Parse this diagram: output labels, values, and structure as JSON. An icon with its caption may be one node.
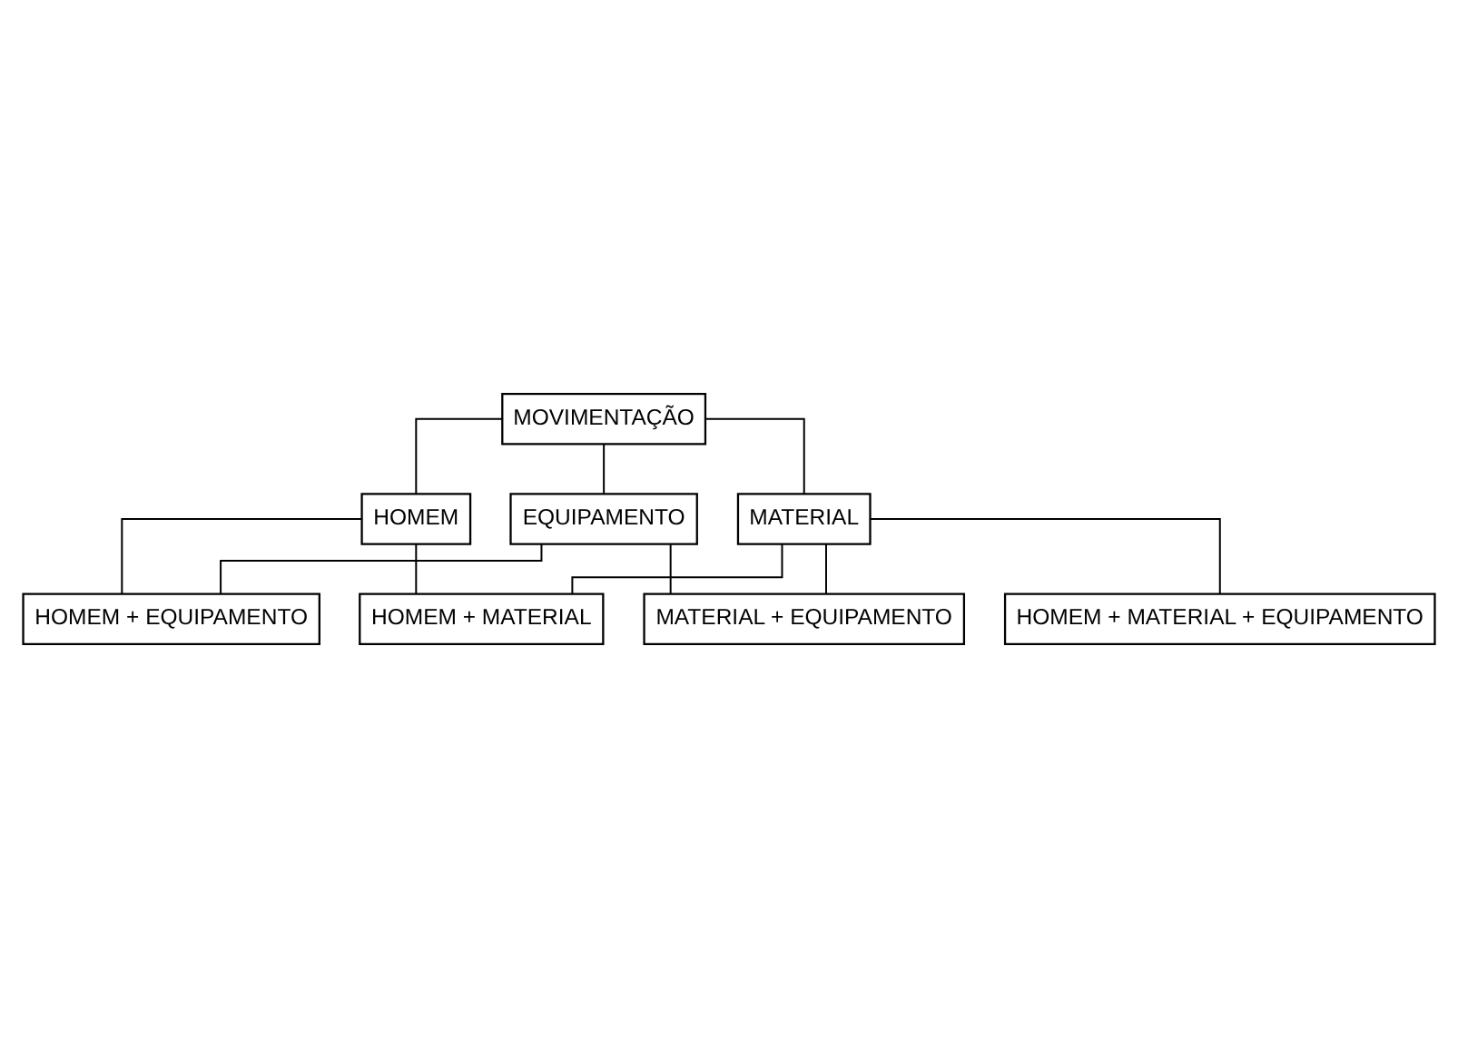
{
  "diagram": {
    "nodes": [
      {
        "text": [
          "MOVIMENTAÇÃO"
        ]
      },
      {
        "text": [
          "HOMEM"
        ]
      },
      {
        "text": [
          "MATERIAL"
        ]
      },
      {
        "text": [
          "EQUIPAMENTO"
        ]
      },
      {
        "text": [
          "HOMEM + MATERIAL"
        ]
      },
      {
        "text": [
          "MATERIAL + EQUIPAMENTO"
        ]
      },
      {
        "text": [
          "HOMEM + EQUIPAMENTO"
        ]
      },
      {
        "text": [
          "HOMEM + MATERIAL + EQUIPAMENTO"
        ]
      }
    ],
    "edges": [
      {
        "from": 0,
        "to": 1,
        "arrow": "none"
      },
      {
        "from": 0,
        "to": 2,
        "arrow": "none"
      },
      {
        "from": 0,
        "to": 3,
        "arrow": "none"
      },
      {
        "from": 1,
        "to": 4,
        "arrow": "none"
      },
      {
        "from": 2,
        "to": 4,
        "arrow": "none"
      },
      {
        "from": 2,
        "to": 5,
        "arrow": "none"
      },
      {
        "from": 3,
        "to": 5,
        "arrow": "none"
      },
      {
        "from": 1,
        "to": 6,
        "arrow": "none"
      },
      {
        "from": 3,
        "to": 6,
        "arrow": "none"
      },
      {
        "from": 2,
        "to": 7,
        "arrow": "none"
      }
    ]
  }
}
